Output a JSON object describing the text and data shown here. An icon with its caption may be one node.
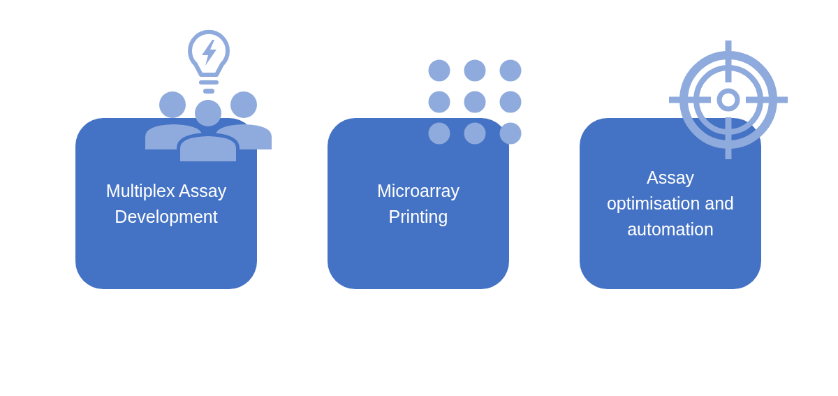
{
  "diagram": {
    "nodes": [
      {
        "text": [
          "Multiplex Assay Development"
        ]
      },
      {
        "text": [
          "Microarray Printing"
        ]
      },
      {
        "text": [
          "Assay optimisation and automation"
        ]
      }
    ]
  }
}
